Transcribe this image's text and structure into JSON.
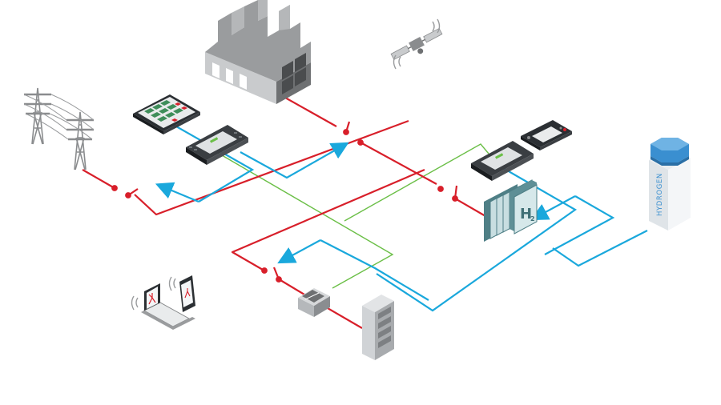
{
  "colors": {
    "power": "#d81f2a",
    "control": "#1aa8dc",
    "comms": "#6bbf47",
    "device_dark": "#2b2f33",
    "device_mid": "#6f7478",
    "building_light": "#c9cbcd",
    "building_mid": "#9a9c9e",
    "building_dark": "#6e7072",
    "hydrogen_blue": "#3a8fd0",
    "hydrogen_light": "#e7ecef",
    "fuelcell_teal": "#4f7f86",
    "fuelcell_light": "#c8dee1",
    "battery_gray": "#bfc2c5"
  },
  "icons": {
    "pylons": "transmission-tower-icon",
    "factory": "factory-icon",
    "satellite": "satellite-icon",
    "hmi": "touchscreen-hmi-icon",
    "controller_left": "controller-module-icon",
    "controller_right": "controller-module-icon",
    "remote_display": "handheld-display-icon",
    "hydrogen_tank": "hydrogen-tank-icon",
    "fuel_cell": "fuel-cell-icon",
    "inverter": "inverter-icon",
    "battery": "battery-rack-icon",
    "laptop": "laptop-icon",
    "phone": "smartphone-icon",
    "breaker": "switch-icon"
  },
  "labels": {
    "hydrogen_tank": "HYDROGEN",
    "fuel_cell": "H",
    "fuel_cell_sub": "2"
  }
}
